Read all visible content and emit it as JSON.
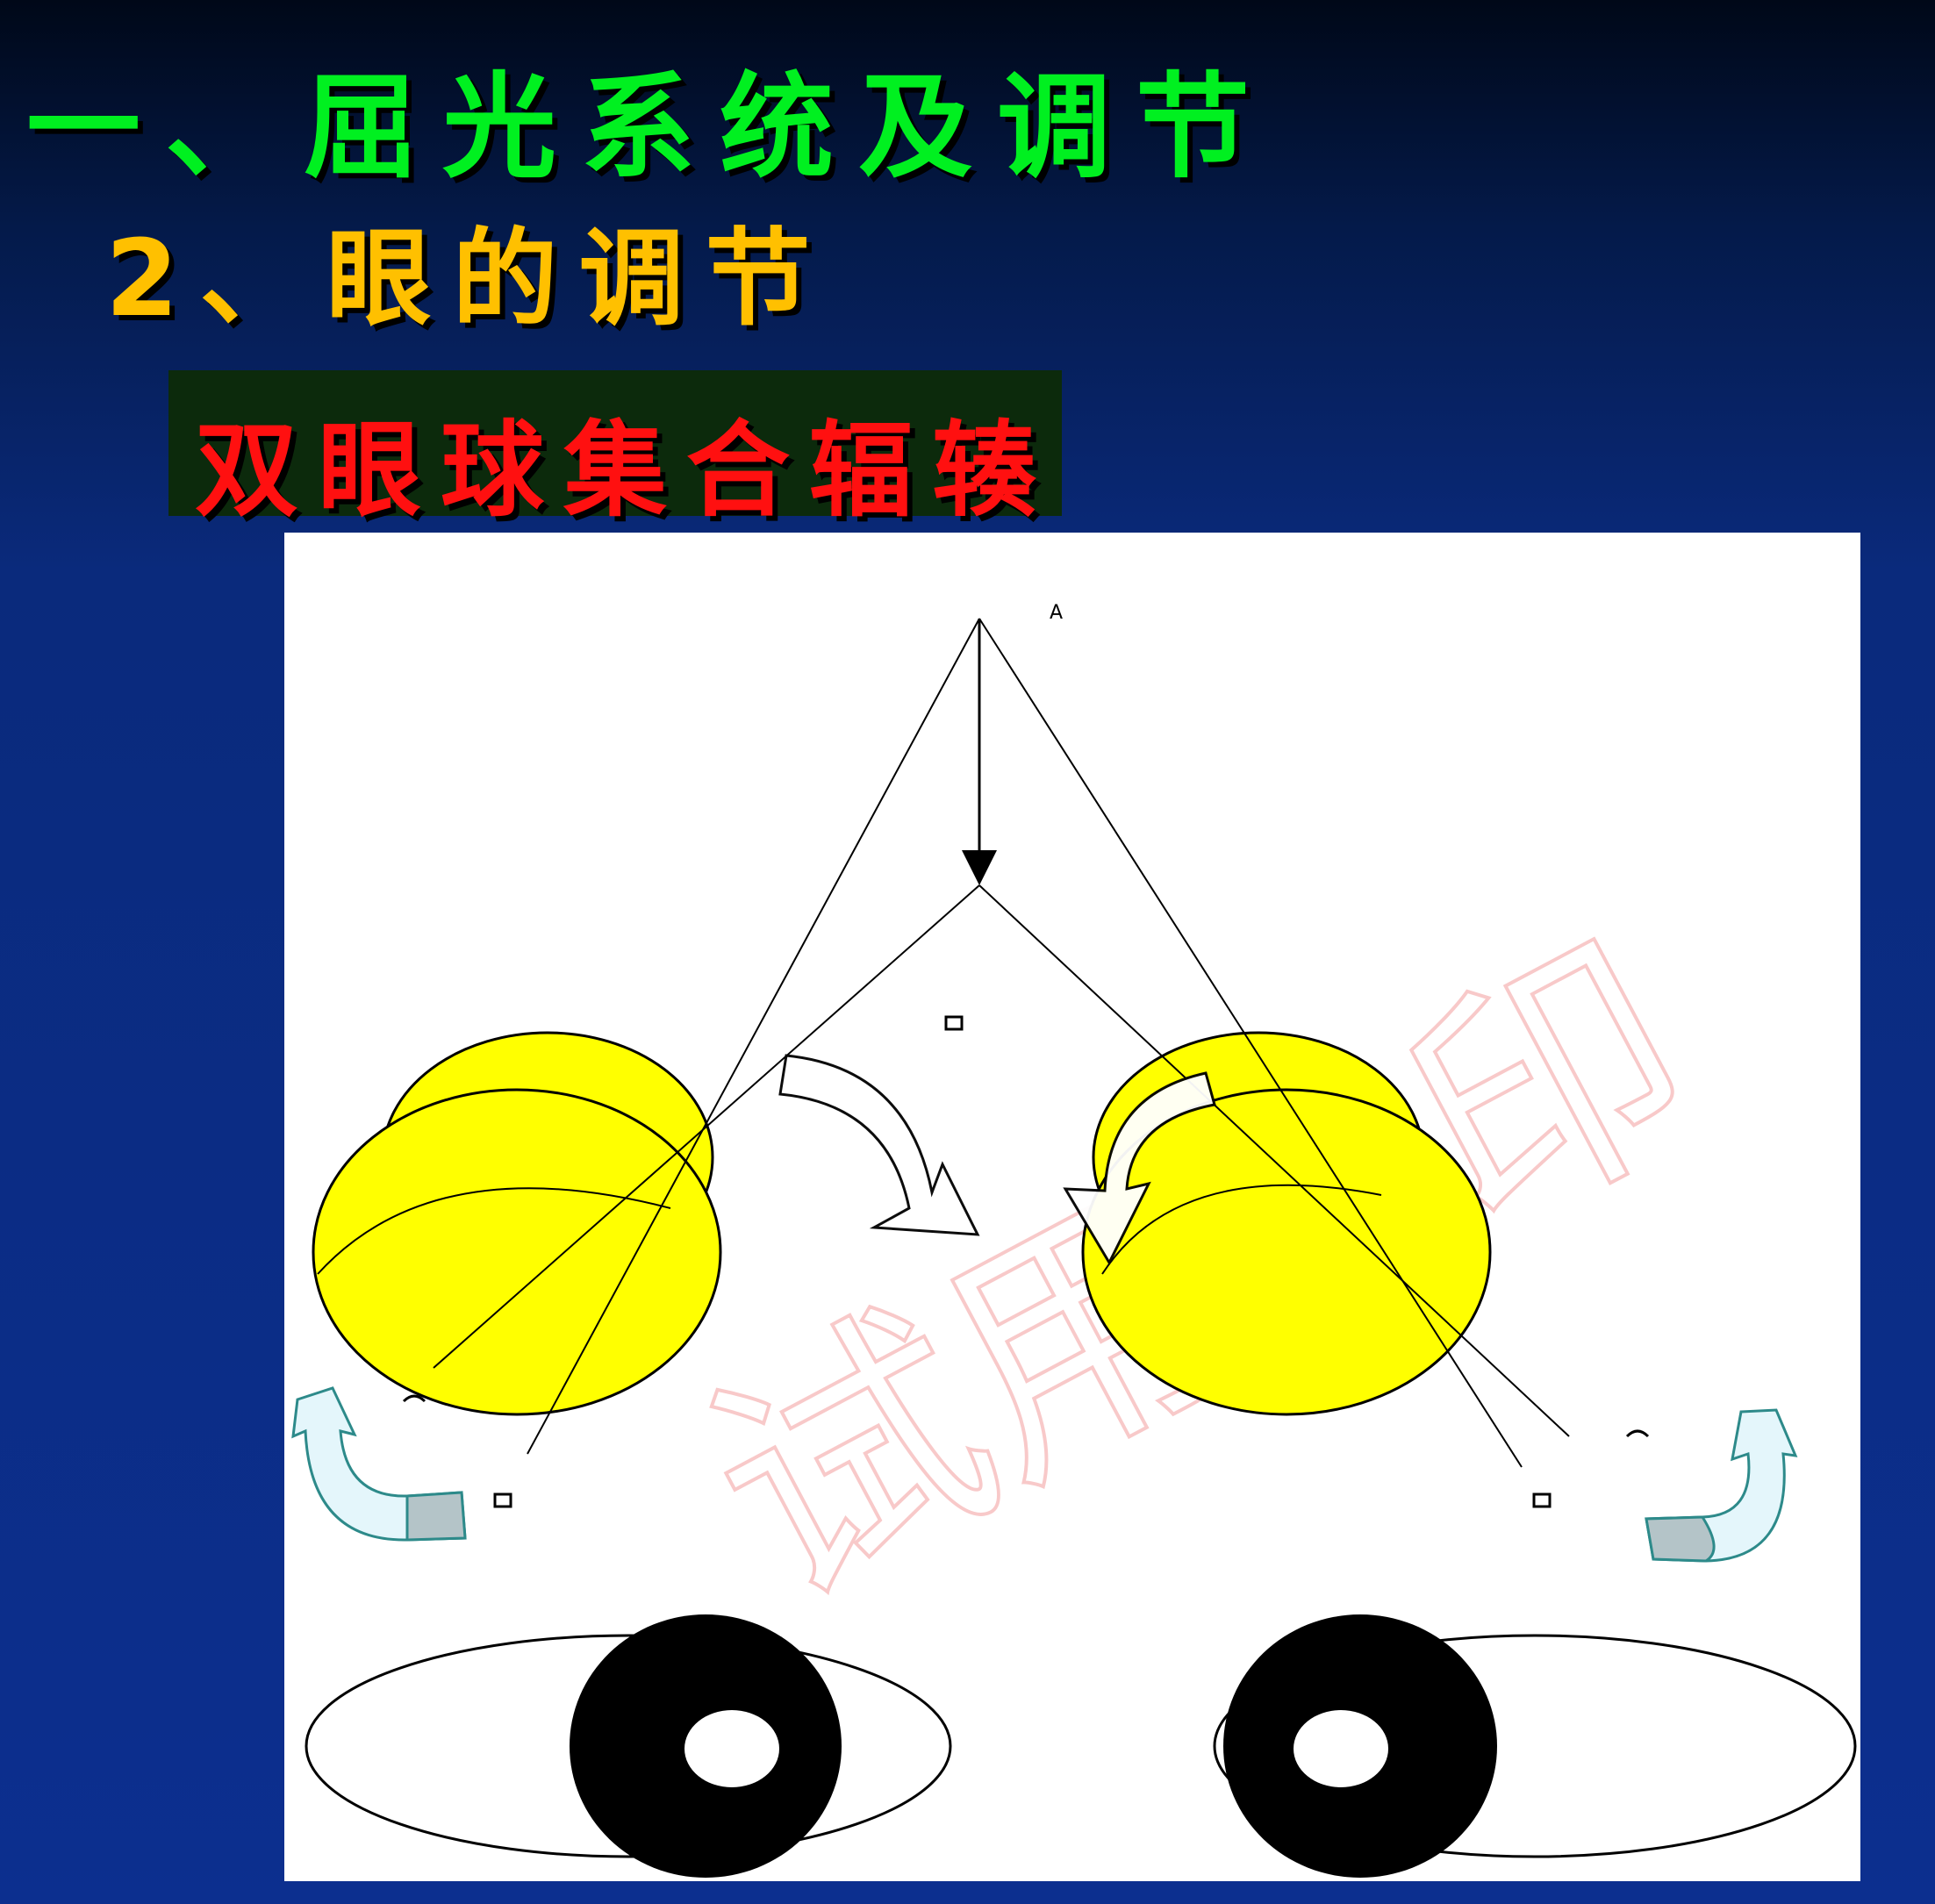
{
  "slide": {
    "title": "一、屈光系统及调节",
    "subtitle": "2、眼的调节",
    "label": "双眼球集合辐辏",
    "colors": {
      "title": "#00f020",
      "subtitle": "#ffc000",
      "label": "#ff1010",
      "label_bg": "#0c2a0c",
      "eyeball": "#ffff00",
      "watermark": "#f5b4b4"
    }
  },
  "figure": {
    "point_a": "A",
    "watermark": "试用水印"
  }
}
